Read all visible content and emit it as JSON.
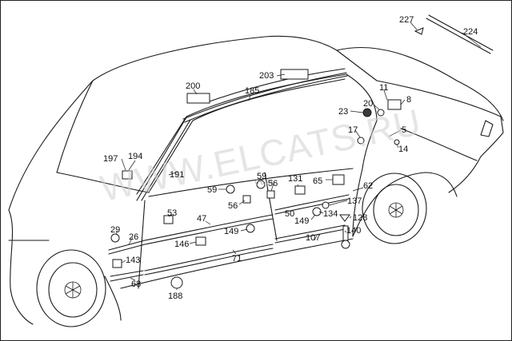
{
  "diagram": {
    "watermark": "WWW.ELCATS.RU",
    "drawing_code": "0 0.23",
    "labels": {
      "l227": "227",
      "l224": "224",
      "l203": "203",
      "l200": "200",
      "l185": "185",
      "l11": "11",
      "l8": "8",
      "l20": "20",
      "l23": "23",
      "l17": "17",
      "l5": "5",
      "l14": "14",
      "l197": "197",
      "l194": "194",
      "l191": "191",
      "l59a": "59",
      "l59b": "59",
      "l56a": "56",
      "l56b": "56",
      "l131": "131",
      "l65": "65",
      "l62": "62",
      "l137": "137",
      "l53": "53",
      "l47": "47",
      "l50": "50",
      "l149a": "149",
      "l149b": "149",
      "l134": "134",
      "l128": "128",
      "l140": "140",
      "l107": "107",
      "l29": "29",
      "l26": "26",
      "l146": "146",
      "l143": "143",
      "l71": "71",
      "l68": "68",
      "l188": "188"
    }
  }
}
